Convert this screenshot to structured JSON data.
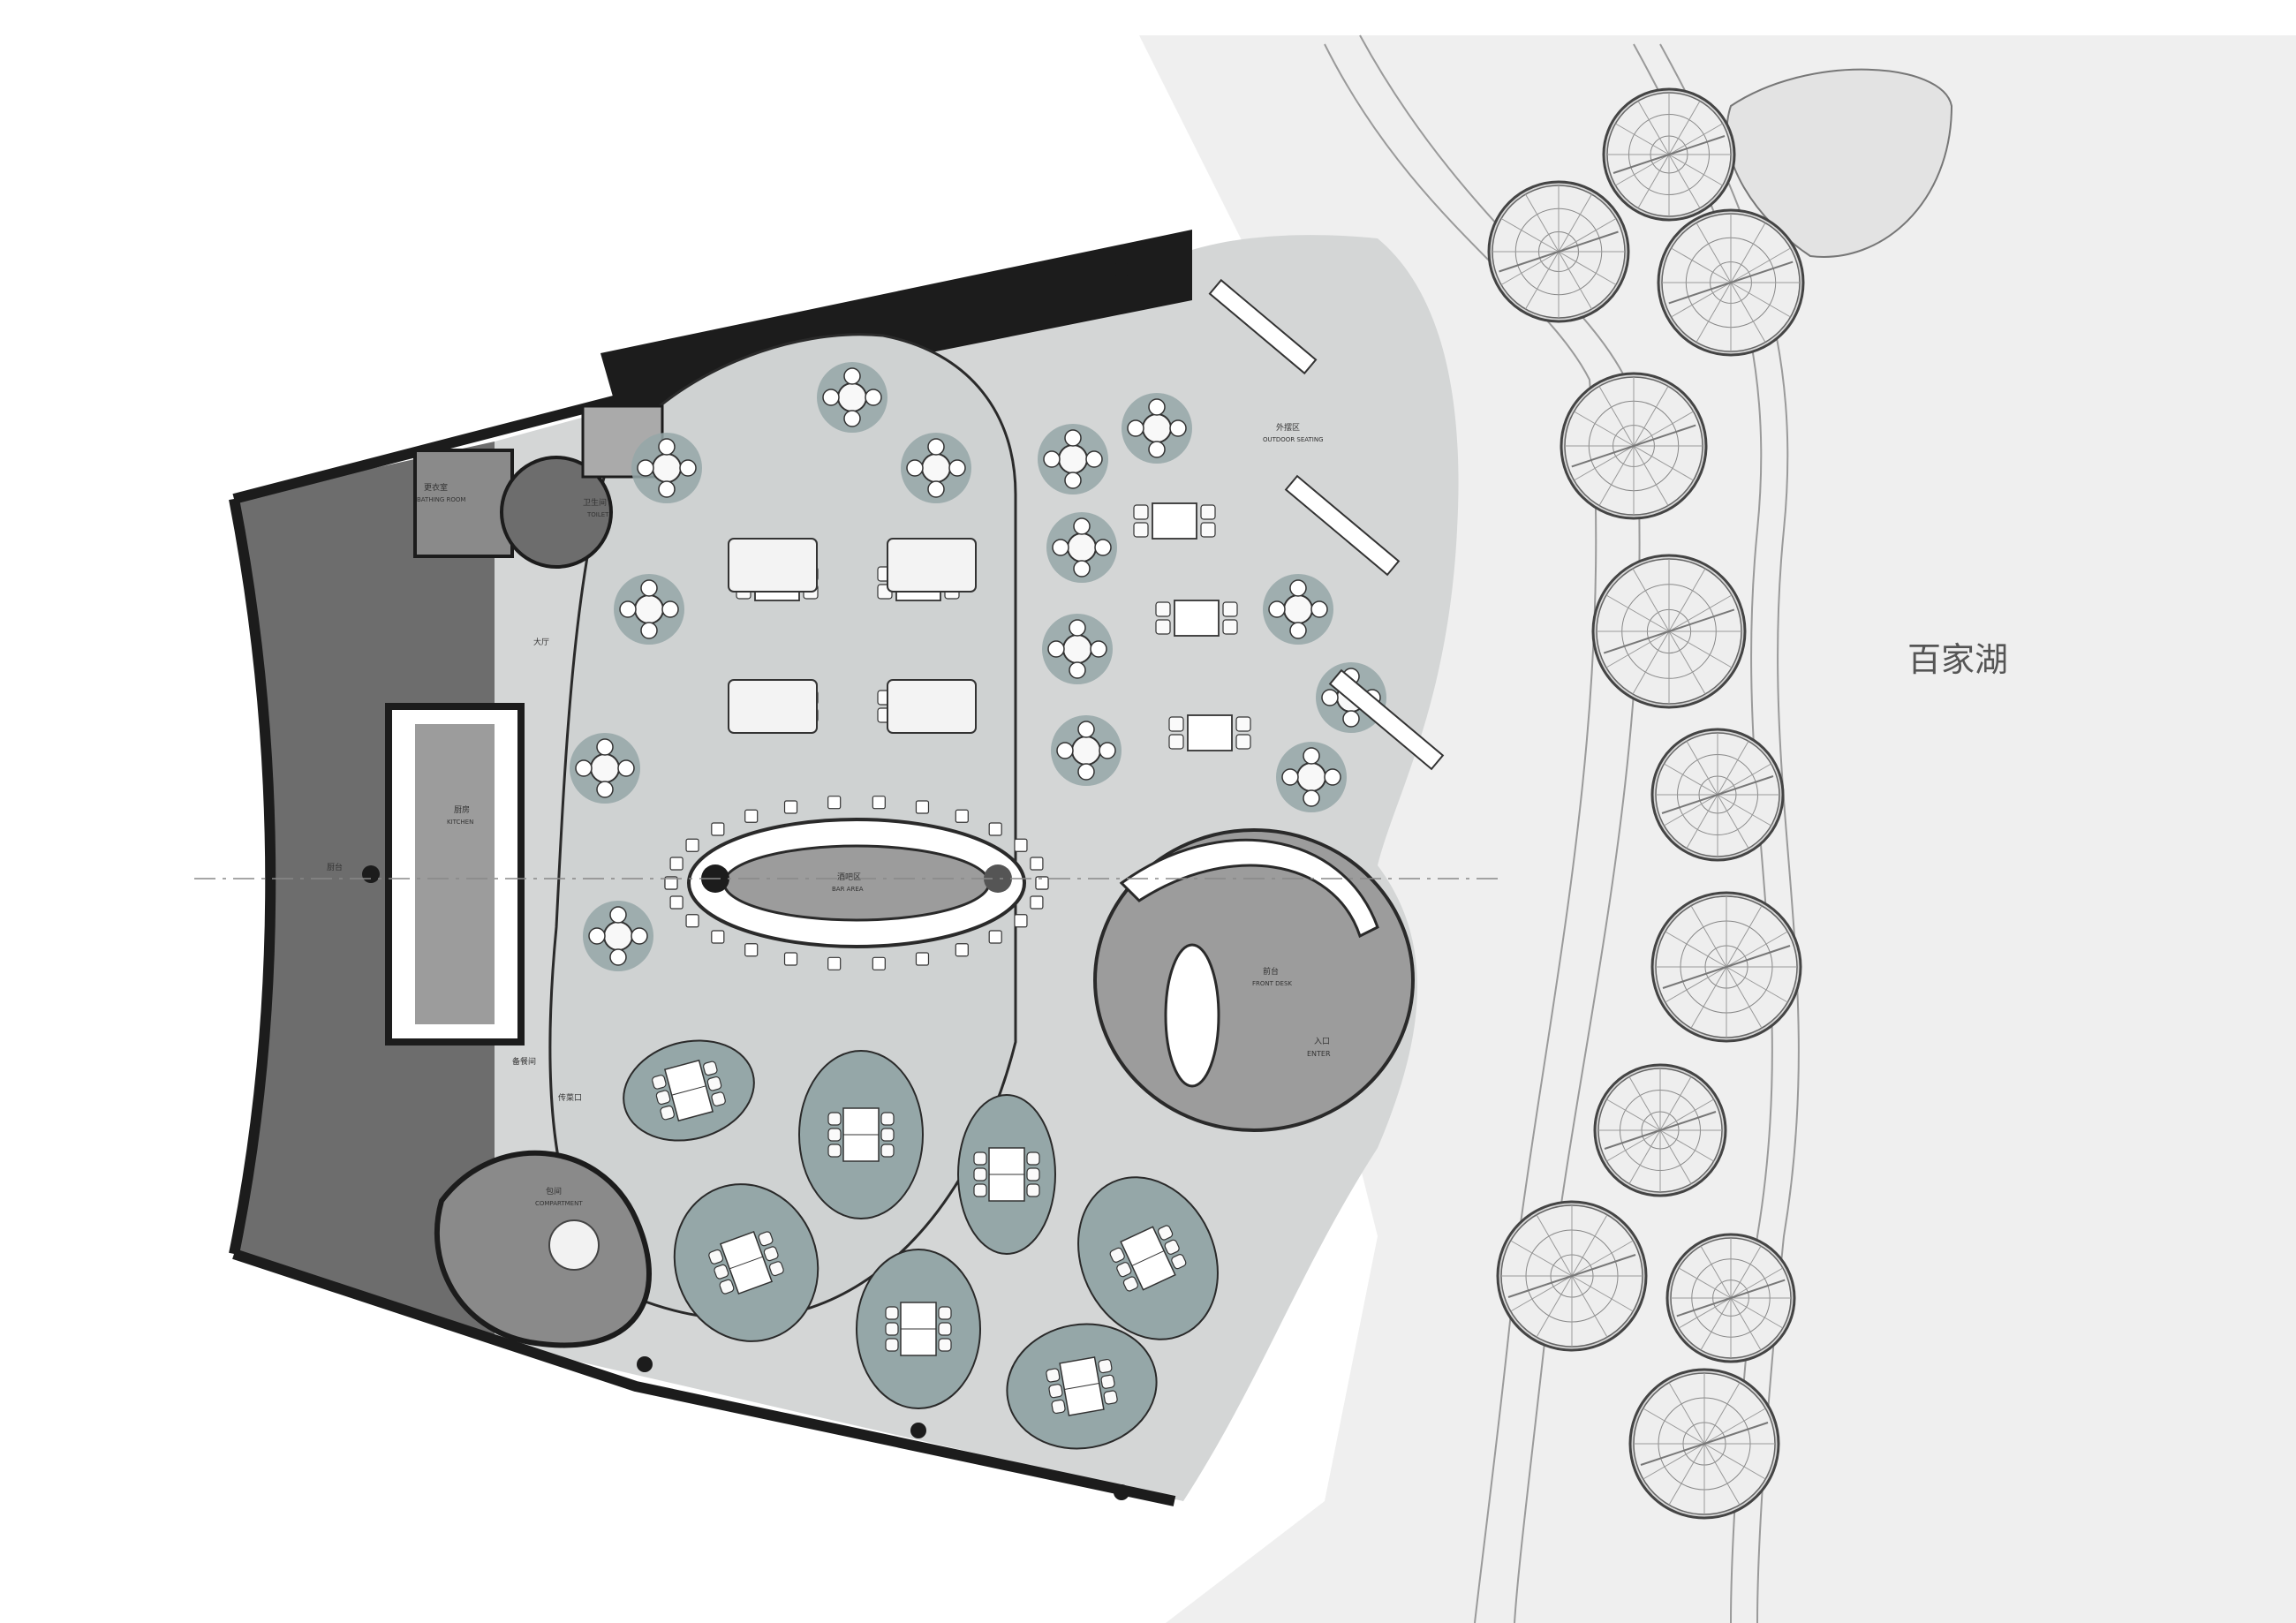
{
  "plan": {
    "lake_label": "百家湖",
    "rooms": {
      "changing_cn": "更衣室",
      "changing_en": "BATHING ROOM",
      "toilet_cn": "卫生间",
      "toilet_en": "TOILET",
      "hall_cn": "大厅",
      "kitchen_cn": "厨房",
      "kitchen_en": "KITCHEN",
      "side_cn": "厨台",
      "bar_cn": "酒吧区",
      "bar_en": "BAR AREA",
      "outdoor_cn": "外摆区",
      "outdoor_en": "OUTDOOR SEATING",
      "front_cn": "前台",
      "front_en": "FRONT DESK",
      "entry_cn": "入口",
      "entry_en": "ENTER",
      "compartment_cn": "包间",
      "compartment_en": "COMPARTMENT",
      "storage_cn": "备餐间",
      "corridor_cn": "传菜口"
    }
  },
  "palette": {
    "wall": "#1c1c1c",
    "floor_main": "#d4d6d6",
    "floor_dark": "#6d6d6d",
    "floor_mid": "#9c9c9c",
    "pad_teal": "#95a7a8",
    "lake_bg": "#ececec"
  }
}
